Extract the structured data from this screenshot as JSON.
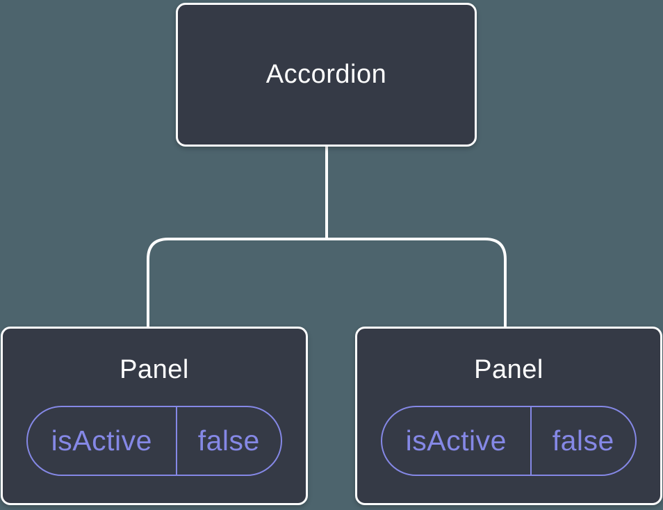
{
  "diagram": {
    "type": "component-tree",
    "root": {
      "title": "Accordion"
    },
    "panels": [
      {
        "title": "Panel",
        "state": {
          "name": "isActive",
          "value": "false"
        }
      },
      {
        "title": "Panel",
        "state": {
          "name": "isActive",
          "value": "false"
        }
      }
    ],
    "colors": {
      "background": "#4d646d",
      "node_fill": "#353a46",
      "node_border": "#ffffff",
      "title_text": "#ffffff",
      "state_accent": "#8588e6",
      "connector": "#ffffff"
    }
  }
}
